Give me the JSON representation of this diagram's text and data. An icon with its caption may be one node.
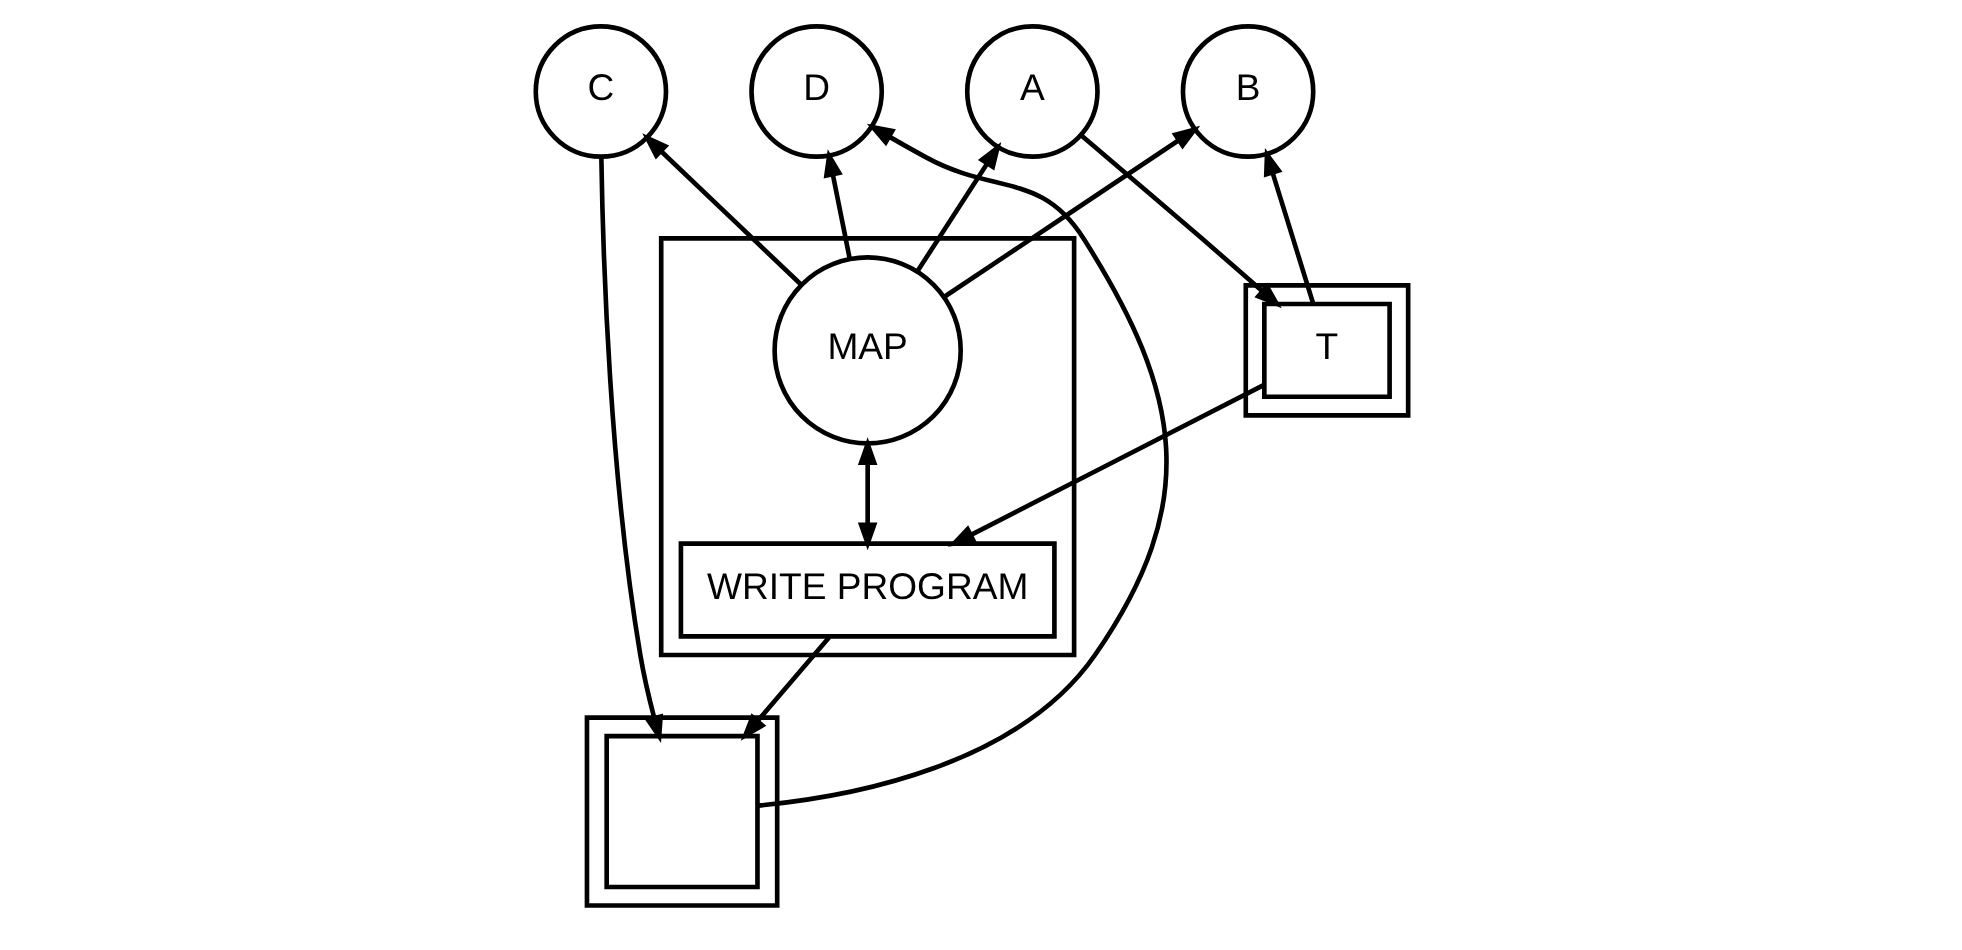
{
  "diagram": {
    "nodes": [
      {
        "text": [
          "C"
        ]
      },
      {
        "text": [
          "D"
        ]
      },
      {
        "text": [],
        "shape": "box"
      },
      {
        "text": [],
        "shape": "box",
        "in": 2
      },
      {
        "text": [],
        "shape": "box"
      },
      {
        "text": [
          "MAP"
        ],
        "in": 4
      },
      {
        "text": [
          "WRITE PROGRAM"
        ],
        "in": 4
      },
      {
        "text": [
          "A"
        ]
      },
      {
        "text": [
          "B"
        ]
      },
      {
        "text": [],
        "shape": "box"
      },
      {
        "text": [
          "T"
        ],
        "in": 9
      }
    ],
    "edges": [
      {
        "from": 5,
        "to": 0,
        "arrow": "to"
      },
      {
        "from": 5,
        "to": 1,
        "arrow": "to"
      },
      {
        "from": 5,
        "to": 7,
        "arrow": "to"
      },
      {
        "from": 5,
        "to": 8,
        "arrow": "to"
      },
      {
        "from": 0,
        "to": 3,
        "arrow": "to"
      },
      {
        "from": 3,
        "to": 1,
        "arrow": "to"
      },
      {
        "from": 7,
        "to": 10,
        "arrow": "to"
      },
      {
        "from": 10,
        "to": 8,
        "arrow": "to"
      },
      {
        "from": 5,
        "to": 6,
        "arrow": "both"
      },
      {
        "from": 6,
        "to": 3,
        "arrow": "to"
      },
      {
        "from": 10,
        "to": 6,
        "arrow": "to"
      }
    ]
  }
}
